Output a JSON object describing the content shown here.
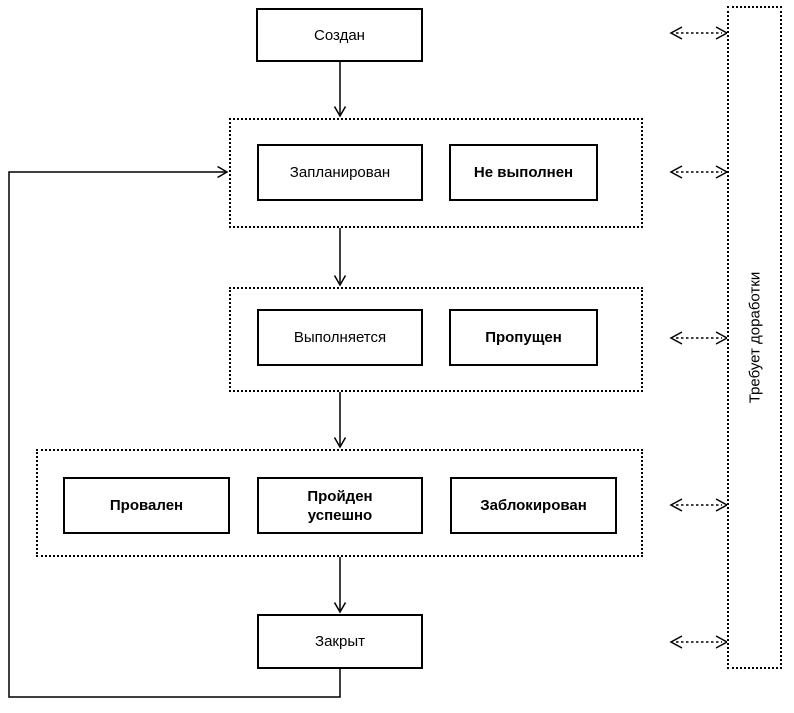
{
  "diagram": {
    "description": "Test status lifecycle state diagram",
    "nodes": {
      "created": {
        "label": "Создан",
        "emphasis": false
      },
      "planned": {
        "label": "Запланирован",
        "emphasis": false
      },
      "not_executed": {
        "label": "Не выполнен",
        "emphasis": true
      },
      "in_progress": {
        "label": "Выполняется",
        "emphasis": false
      },
      "skipped": {
        "label": "Пропущен",
        "emphasis": true
      },
      "failed": {
        "label": "Провален",
        "emphasis": true
      },
      "passed": {
        "label": "Пройден успешно",
        "emphasis": true
      },
      "blocked": {
        "label": "Заблокирован",
        "emphasis": true
      },
      "closed": {
        "label": "Закрыт",
        "emphasis": false
      },
      "rework": {
        "label": "Требует доработки",
        "emphasis": false
      }
    },
    "edges": [
      {
        "from": "created",
        "to": "planned-group",
        "style": "solid-arrow"
      },
      {
        "from": "planned-group",
        "to": "in-progress-group",
        "style": "solid-arrow"
      },
      {
        "from": "in-progress-group",
        "to": "result-group",
        "style": "solid-arrow"
      },
      {
        "from": "result-group",
        "to": "closed",
        "style": "solid-arrow"
      },
      {
        "from": "closed",
        "to": "planned-group",
        "style": "solid-arrow-loop"
      },
      {
        "from": "created-row",
        "to": "rework",
        "style": "dashed-double-arrow"
      },
      {
        "from": "planned-row",
        "to": "rework",
        "style": "dashed-double-arrow"
      },
      {
        "from": "in-progress-row",
        "to": "rework",
        "style": "dashed-double-arrow"
      },
      {
        "from": "result-row",
        "to": "rework",
        "style": "dashed-double-arrow"
      },
      {
        "from": "closed-row",
        "to": "rework",
        "style": "dashed-double-arrow"
      }
    ],
    "colors": {
      "line": "#000000",
      "text": "#000000",
      "node_fill": "#ffffff",
      "background": "#ffffff"
    }
  }
}
